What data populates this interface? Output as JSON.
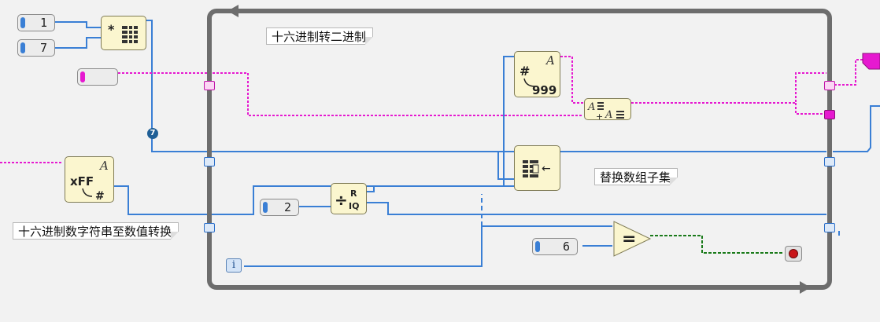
{
  "constants": {
    "c1": "1",
    "c7": "7",
    "c2": "2",
    "c6": "6",
    "string_in": ""
  },
  "labels": {
    "hex_to_bin": "十六进制转二进制",
    "replace_subset": "替换数组子集",
    "hex_string_to_number": "十六进制数字符串至数值转换"
  },
  "badge": "7",
  "iteration_terminal": "i",
  "function_icons": {
    "init_array": "initialize-array-icon",
    "number_to_string": "number-to-string-icon",
    "concat_strings": "concatenate-strings-icon",
    "hex_string_to_number": "hex-string-to-number-icon",
    "quotient_remainder": "quotient-remainder-icon",
    "replace_array_subset": "replace-array-subset-icon",
    "equal": "equal-icon",
    "stop": "stop-condition-icon"
  },
  "colors": {
    "numeric_wire": "#3a7fd5",
    "string_wire": "#e619d0",
    "boolean_wire": "#1a7a1a",
    "loop_border": "#6d6d6d"
  }
}
